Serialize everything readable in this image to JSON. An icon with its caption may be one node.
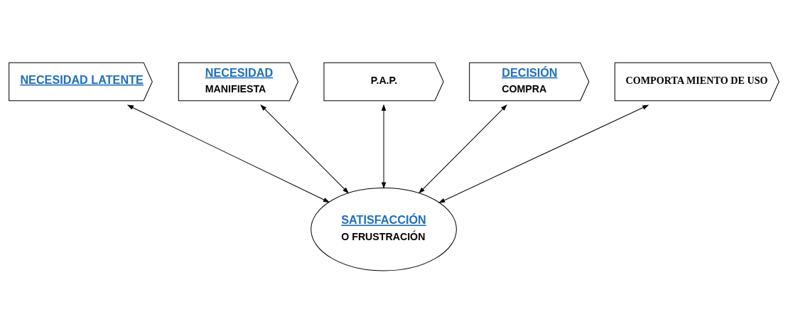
{
  "diagram": {
    "nodes": [
      {
        "text": [
          "NECESIDAD LATENTE"
        ]
      },
      {
        "text": [
          "NECESIDAD",
          "MANIFIESTA"
        ]
      },
      {
        "text": [
          "P.A.P."
        ]
      },
      {
        "text": [
          "DECISIÓN",
          "COMPRA"
        ]
      },
      {
        "text": [
          "COMPORTA MIENTO DE USO"
        ]
      },
      {
        "text": [
          "SATISFACCIÓN",
          "O FRUSTRACIÓN"
        ]
      }
    ],
    "edges": [
      {
        "from": 0,
        "to": 5,
        "arrow": "both"
      },
      {
        "from": 1,
        "to": 5,
        "arrow": "both"
      },
      {
        "from": 2,
        "to": 5,
        "arrow": "both"
      },
      {
        "from": 3,
        "to": 5,
        "arrow": "both"
      },
      {
        "from": 4,
        "to": 5,
        "arrow": "both"
      }
    ]
  }
}
